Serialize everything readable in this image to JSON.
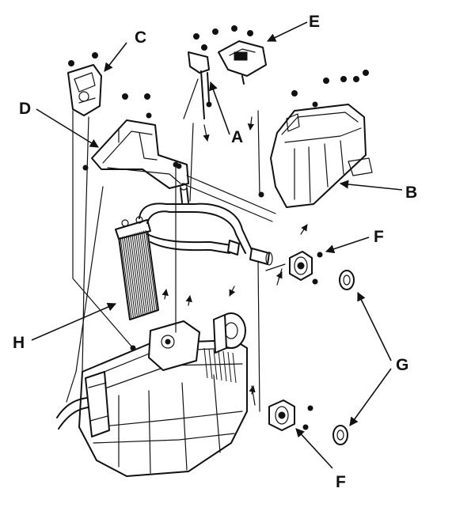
{
  "callouts": {
    "a": "A",
    "b": "B",
    "c": "C",
    "d": "D",
    "e": "E",
    "f_upper": "F",
    "f_lower": "F",
    "g": "G",
    "h": "H"
  }
}
